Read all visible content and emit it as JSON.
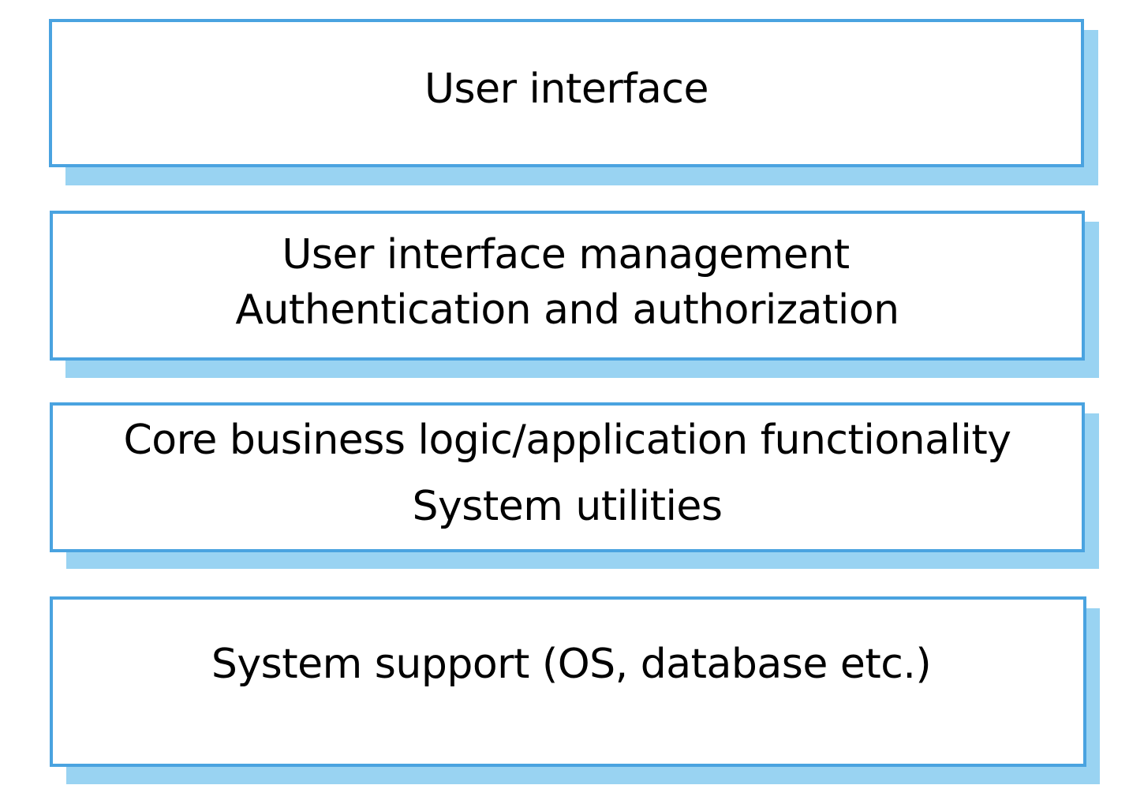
{
  "diagram": {
    "layers": [
      {
        "lines": [
          "User interface"
        ]
      },
      {
        "lines": [
          "User interface management",
          "Authentication and authorization"
        ]
      },
      {
        "lines": [
          "Core business logic/application functionality",
          "System utilities"
        ]
      },
      {
        "lines": [
          "System support (OS, database etc.)"
        ]
      }
    ],
    "colors": {
      "border": "#4aa3e0",
      "shadow": "#99d3f2",
      "fill": "#ffffff",
      "text": "#000000"
    }
  }
}
